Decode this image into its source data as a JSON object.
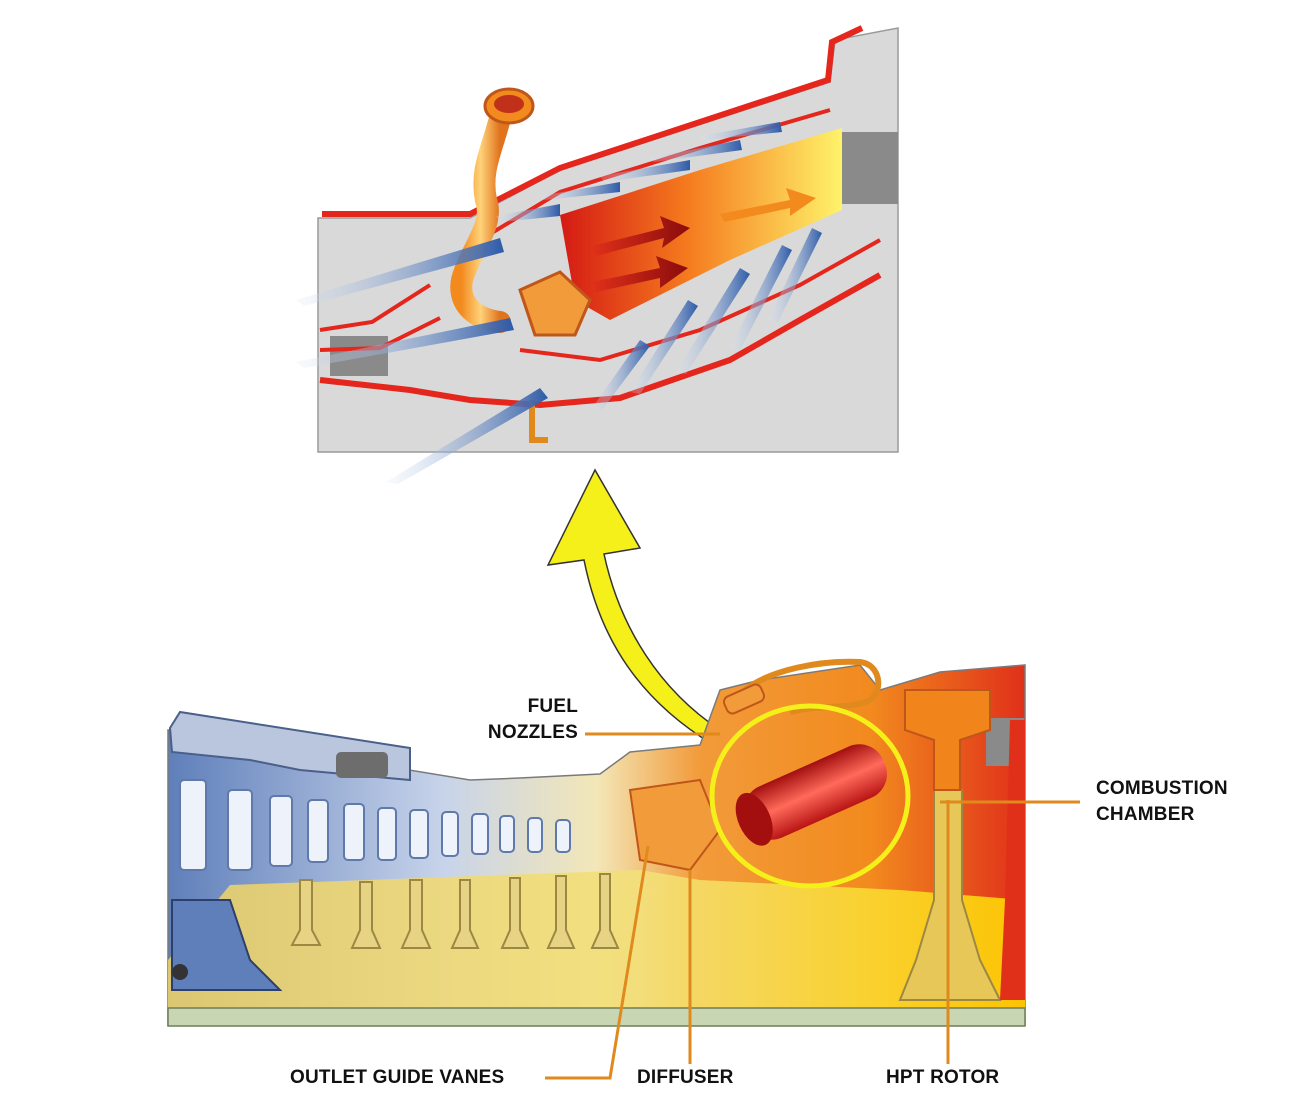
{
  "labels": {
    "fuel_nozzles": [
      "FUEL",
      "NOZZLES"
    ],
    "combustion_chamber": [
      "COMBUSTION",
      "CHAMBER"
    ],
    "outlet_guide_vanes": "OUTLET GUIDE VANES",
    "diffuser": "DIFFUSER",
    "hpt_rotor": "HPT ROTOR"
  },
  "colors": {
    "background": "#ffffff",
    "panel_grey": "#d9d9d9",
    "casing_red": "#e4261c",
    "flame_red": "#d41a14",
    "flame_yellow": "#fff36a",
    "air_blue": "#3f6fb7",
    "highlight_yellow": "#f5ef1a",
    "leader_orange": "#e08a1e",
    "compressor_blue": "#8fa7cf",
    "rotor_tan": "#e6d383"
  },
  "icons": [
    "zoom-arrow",
    "highlight-circle"
  ]
}
